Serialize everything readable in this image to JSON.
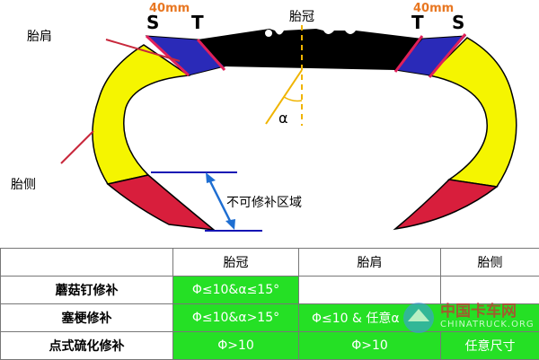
{
  "diagram": {
    "labels": {
      "shoulder": "胎肩",
      "crown": "胎冠",
      "sidewall": "胎侧",
      "non_repairable": "不可修补区域",
      "alpha": "α",
      "s_left": "S",
      "t_left": "T",
      "t_right": "T",
      "s_right": "S",
      "dim_left": "40mm",
      "dim_right": "40mm"
    },
    "colors": {
      "tread": "#000000",
      "shoulder_band": "#2a2ab8",
      "sidewall": "#f5f500",
      "bead": "#d81e3c",
      "pointer": "#c8283c",
      "angle_line": "#f0b400",
      "arrow": "#1e6ed2",
      "boundary": "#1414b4"
    }
  },
  "table": {
    "headers": [
      "",
      "胎冠",
      "胎肩",
      "胎侧"
    ],
    "rows": [
      {
        "label": "蘑菇钉修补",
        "crown": "Φ≤10&α≤15°",
        "shoulder": "",
        "sidewall": ""
      },
      {
        "label": "塞梗修补",
        "crown": "Φ≤10&α>15°",
        "shoulder_sidewall": "Φ≤10 & 任意α"
      },
      {
        "label": "点式硫化修补",
        "crown": "Φ>10",
        "shoulder": "Φ>10",
        "sidewall": "任意尺寸"
      }
    ],
    "green": "#25e025"
  },
  "watermark": {
    "name": "中国卡车网",
    "url": "CHINATRUCK.ORG"
  }
}
